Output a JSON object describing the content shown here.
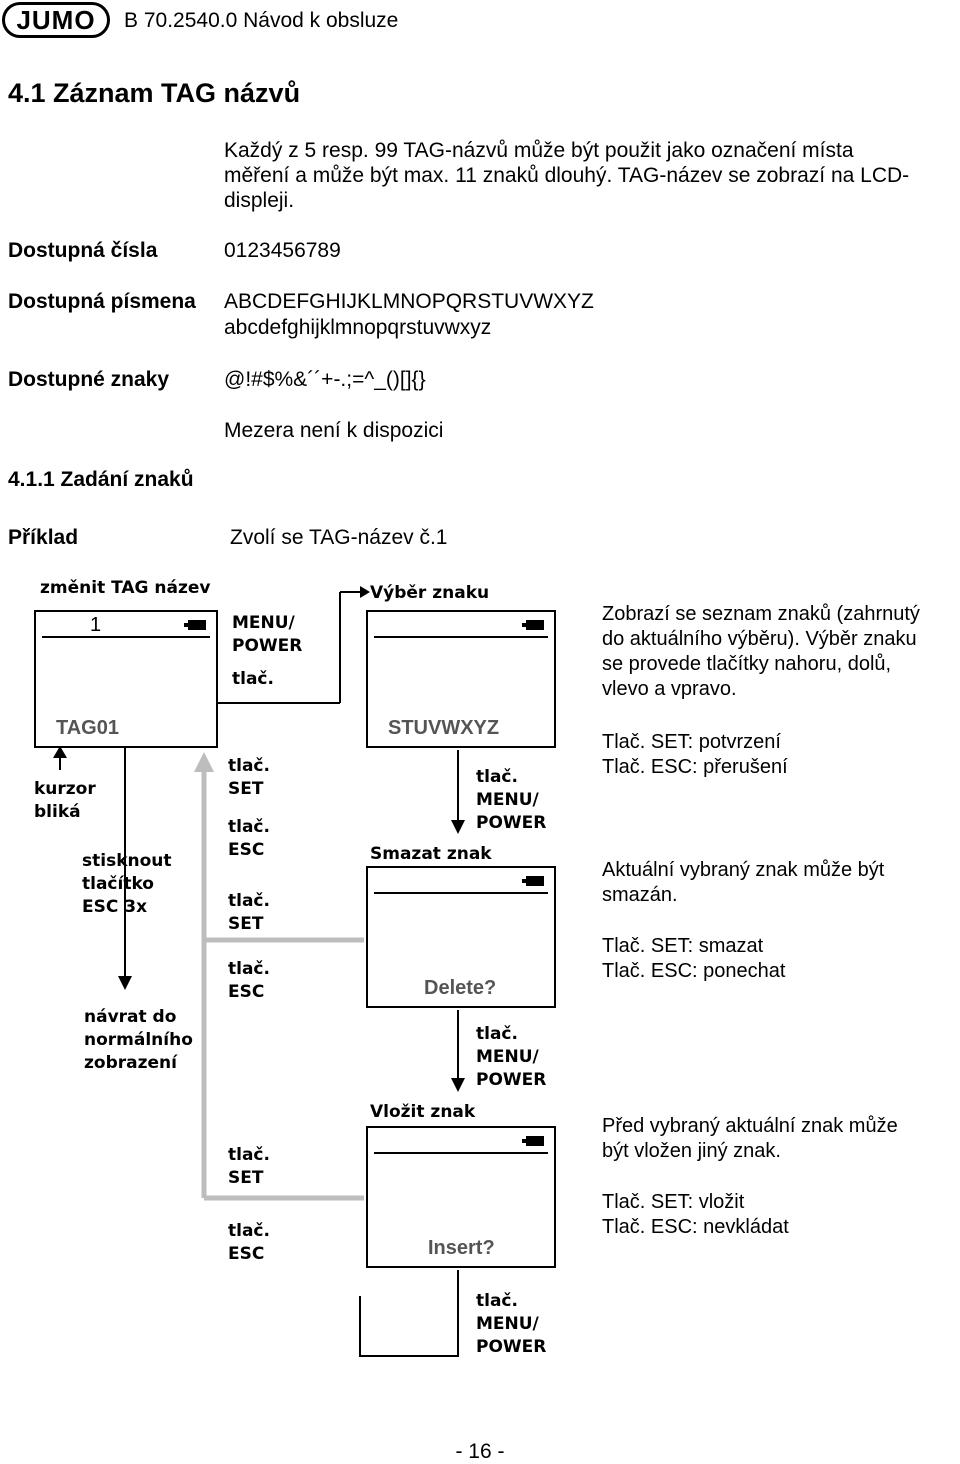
{
  "header": {
    "logo": "JUMO",
    "title": "B 70.2540.0 Návod k obsluze"
  },
  "section": {
    "title": "4.1 Záznam TAG názvů",
    "intro": [
      "Každý z 5 resp. 99 TAG-názvů může být použit jako označení místa",
      "měření a může být max. 11 znaků dlouhý. TAG-název se zobrazí na LCD-",
      "displeji."
    ],
    "numbers_label": "Dostupná čísla",
    "numbers_value": "0123456789",
    "letters_label": "Dostupná písmena",
    "letters_upper": "ABCDEFGHIJKLMNOPQRSTUVWXYZ",
    "letters_lower": "abcdefghijklmnopqrstuvwxyz",
    "chars_label": "Dostupné znaky",
    "chars_value": "@!#$%&´´+-.;=^_()[]{}",
    "space_note": "Mezera není k dispozici"
  },
  "subsection": {
    "title": "4.1.1 Zadání znaků",
    "example_label": "Příklad",
    "example_text": "Zvolí se TAG-název č.1"
  },
  "diagram": {
    "screen1": {
      "title": "změnit TAG název",
      "value": "1",
      "bottom": "TAG01"
    },
    "screen2": {
      "title": "Výběr znaku",
      "bottom": "STUVWXYZ"
    },
    "screen3": {
      "title": "Smazat znak",
      "bottom": "Delete?"
    },
    "screen4": {
      "title": "Vložit znak",
      "bottom": "Insert?"
    },
    "btn_menu1": [
      "MENU/",
      "POWER",
      "tlač."
    ],
    "cursor": [
      "kurzor",
      "bliká"
    ],
    "esc3x": [
      "stisknout",
      "tlačítko",
      "ESC 3x"
    ],
    "return": [
      "návrat do",
      "normálního",
      "zobrazení"
    ],
    "set1": [
      "tlač.",
      "SET"
    ],
    "esc1": [
      "tlač.",
      "ESC"
    ],
    "set2": [
      "tlač.",
      "SET"
    ],
    "esc2": [
      "tlač.",
      "ESC"
    ],
    "menu2": [
      "tlač.",
      "MENU/",
      "POWER"
    ],
    "menu3": [
      "tlač.",
      "MENU/",
      "POWER"
    ],
    "set3": [
      "tlač.",
      "SET"
    ],
    "esc3": [
      "tlač.",
      "ESC"
    ],
    "menu4": [
      "tlač.",
      "MENU/",
      "POWER"
    ]
  },
  "descriptions": {
    "d1": [
      "Zobrazí se seznam znaků (zahrnutý",
      "do aktuálního výběru). Výběr znaku",
      "se provede tlačítky nahoru, dolů,",
      "vlevo a vpravo."
    ],
    "d2": [
      "Tlač. SET: potvrzení",
      "Tlač. ESC: přerušení"
    ],
    "d3": [
      "Aktuální vybraný znak může být",
      "smazán."
    ],
    "d4": [
      "Tlač. SET: smazat",
      "Tlač. ESC: ponechat"
    ],
    "d5": [
      "Před vybraný aktuální znak může",
      "být vložen jiný znak."
    ],
    "d6": [
      "Tlač. SET: vložit",
      "Tlač. ESC: nevkládat"
    ]
  },
  "footer": {
    "page": "- 16 -"
  }
}
